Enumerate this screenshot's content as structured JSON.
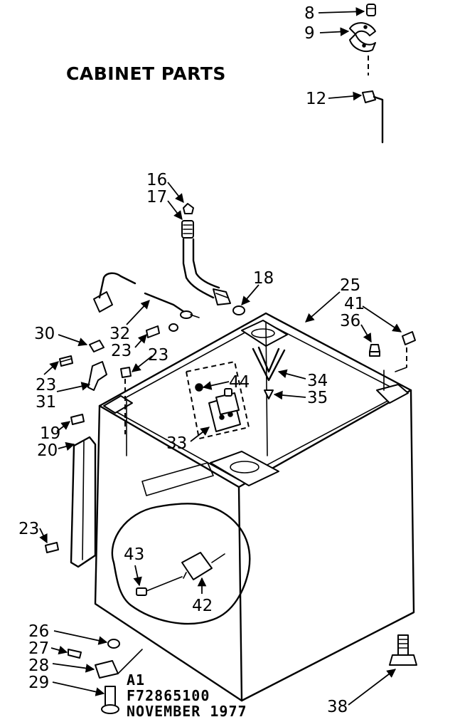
{
  "title": "CABINET PARTS",
  "footer": {
    "line1": "A1",
    "line2": "F72865100",
    "line3": "NOVEMBER 1977"
  },
  "callouts": [
    "8",
    "9",
    "12",
    "16",
    "17",
    "18",
    "25",
    "41",
    "36",
    "30",
    "32",
    "23",
    "23",
    "23",
    "31",
    "44",
    "34",
    "35",
    "19",
    "20",
    "33",
    "23",
    "43",
    "42",
    "26",
    "27",
    "28",
    "29",
    "38"
  ]
}
